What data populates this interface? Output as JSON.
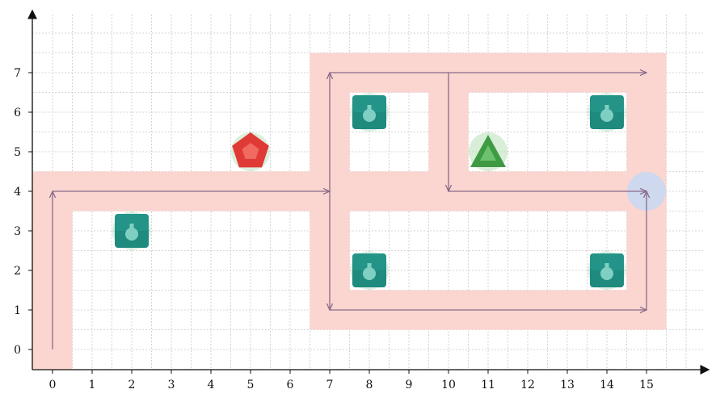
{
  "chart_data": {
    "type": "grid-path-diagram",
    "x_ticks": [
      "0",
      "1",
      "2",
      "3",
      "4",
      "5",
      "6",
      "7",
      "8",
      "9",
      "10",
      "11",
      "12",
      "13",
      "14",
      "15"
    ],
    "y_ticks": [
      "0",
      "1",
      "2",
      "3",
      "4",
      "5",
      "6",
      "7"
    ],
    "xlim": [
      -0.5,
      16.5
    ],
    "ylim": [
      -0.5,
      8.5
    ],
    "grid": true,
    "colors": {
      "corridor": "#fbd5d0",
      "path_arrow": "#8a6a88",
      "target_circle": "#c6d8f5",
      "robot": "#1f8a7e",
      "pentagon": "#e03a36",
      "triangle": "#3f9b43"
    },
    "corridor_points": [
      [
        0,
        0
      ],
      [
        0,
        4
      ],
      [
        7,
        4
      ],
      [
        7,
        1
      ],
      [
        15,
        1
      ],
      [
        15,
        7
      ],
      [
        7,
        7
      ],
      [
        7,
        4
      ],
      [
        10,
        4
      ],
      [
        10,
        7
      ],
      [
        15,
        7
      ],
      [
        15,
        4
      ],
      [
        10,
        4
      ]
    ],
    "arrows": [
      {
        "from": [
          0,
          0
        ],
        "to": [
          0,
          4
        ]
      },
      {
        "from": [
          0,
          4
        ],
        "to": [
          7,
          4
        ]
      },
      {
        "from": [
          7,
          4
        ],
        "to": [
          7,
          7
        ]
      },
      {
        "from": [
          7,
          7
        ],
        "to": [
          15,
          7
        ]
      },
      {
        "from": [
          7,
          4
        ],
        "to": [
          7,
          1
        ]
      },
      {
        "from": [
          7,
          1
        ],
        "to": [
          15,
          1
        ]
      },
      {
        "from": [
          15,
          1
        ],
        "to": [
          15,
          4
        ]
      },
      {
        "from": [
          10,
          7
        ],
        "to": [
          10,
          4
        ]
      },
      {
        "from": [
          10,
          4
        ],
        "to": [
          15,
          4
        ]
      }
    ],
    "robots": [
      [
        2,
        3
      ],
      [
        8,
        6
      ],
      [
        8,
        2
      ],
      [
        14,
        6
      ],
      [
        14,
        2
      ]
    ],
    "pentagon": [
      5,
      5
    ],
    "triangle": [
      11,
      5
    ],
    "target": [
      15,
      4
    ]
  }
}
